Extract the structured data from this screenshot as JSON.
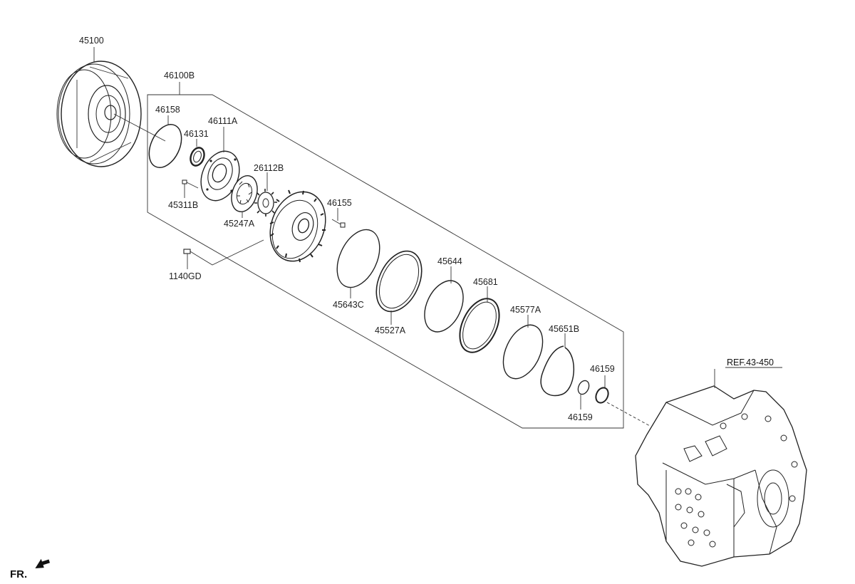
{
  "diagram": {
    "labels": {
      "l45100": "45100",
      "l46100B": "46100B",
      "l46158": "46158",
      "l46131": "46131",
      "l46111A": "46111A",
      "l26112B": "26112B",
      "l45311B": "45311B",
      "l45247A": "45247A",
      "l46155": "46155",
      "l1140GD": "1140GD",
      "l45643C": "45643C",
      "l45527A": "45527A",
      "l45644": "45644",
      "l45681": "45681",
      "l45577A": "45577A",
      "l45651B": "45651B",
      "l46159a": "46159",
      "l46159b": "46159",
      "ref": "REF.43-450",
      "fr": "FR."
    }
  }
}
